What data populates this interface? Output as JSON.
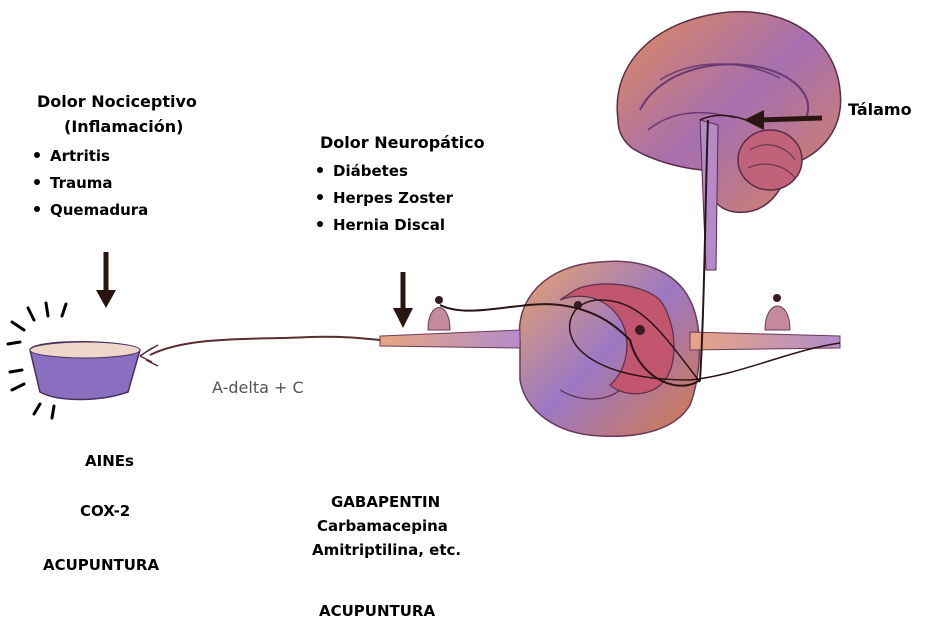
{
  "nociceptive": {
    "title": "Dolor Nociceptivo",
    "subtitle": "(Inflamación)",
    "items": [
      "Artritis",
      "Trauma",
      "Quemadura"
    ]
  },
  "neuropathic": {
    "title": "Dolor Neuropático",
    "items": [
      "Diábetes",
      "Herpes Zoster",
      "Hernia Discal"
    ]
  },
  "thalamus_label": "Tálamo",
  "fiber_label": "A-delta + C",
  "treatments_left": [
    "AINEs",
    "COX-2",
    "ACUPUNTURA"
  ],
  "treatments_right": [
    "GABAPENTIN",
    "Carbamacepina",
    "Amitriptilina, etc.",
    "ACUPUNTURA"
  ],
  "colors": {
    "tissue_purple": "#7e63b5",
    "tissue_orange": "#d98040",
    "brain_pink": "#c9788a",
    "arrow": "#2a1610"
  }
}
